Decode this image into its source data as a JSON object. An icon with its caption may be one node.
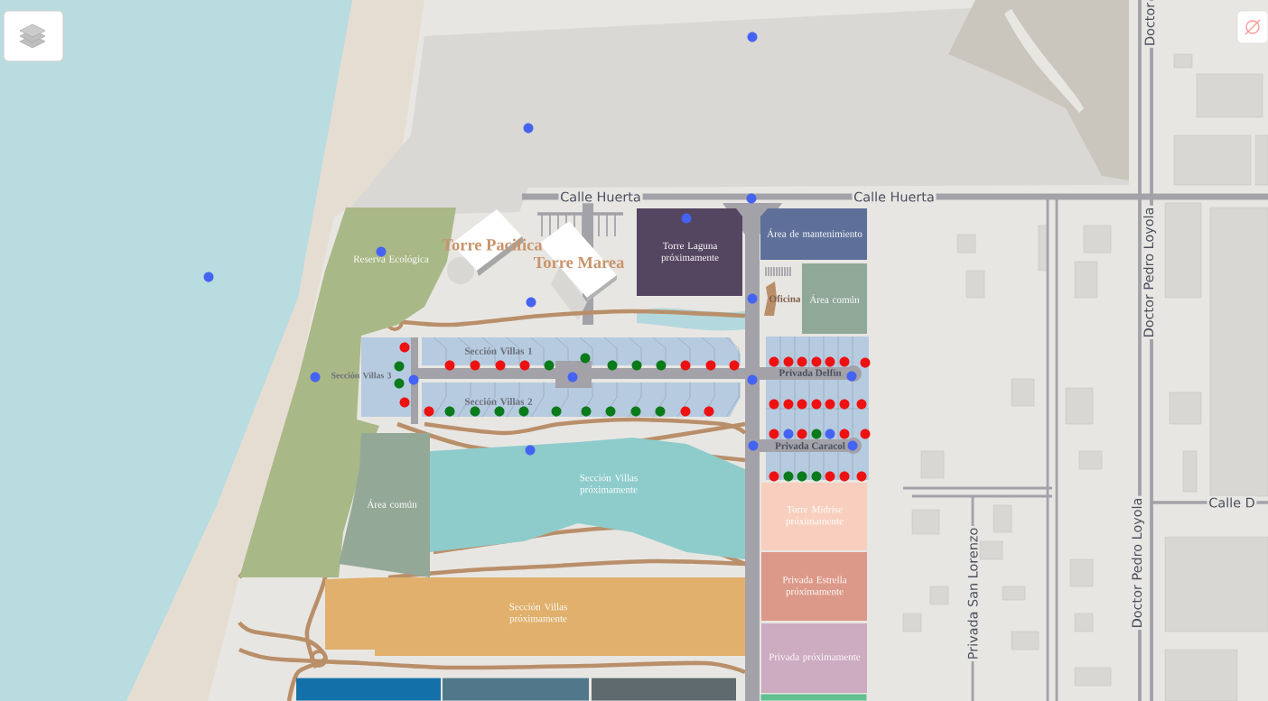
{
  "diagram": {
    "nodes": [
      {
        "text": [
          "Reserva Ecológica"
        ]
      },
      {
        "text": [
          "Torre Laguna próximamente"
        ]
      },
      {
        "text": [
          "Área de mantenimiento"
        ]
      },
      {
        "text": [
          "Oficina"
        ]
      },
      {
        "text": [
          "Área común"
        ]
      },
      {
        "text": [
          "Sección Villas 1"
        ]
      },
      {
        "text": [
          "Sección Villas 2"
        ]
      },
      {
        "text": [
          "Sección Villas 3"
        ]
      },
      {
        "text": [
          "Área común"
        ]
      },
      {
        "text": [
          "Sección Villas próximamente"
        ]
      },
      {
        "text": [
          "Sección Villas próximamente"
        ]
      },
      {
        "text": [
          "Torre Midrise próximamente"
        ]
      },
      {
        "text": [
          "Privada Estrella próximamente"
        ]
      },
      {
        "text": [
          "Privada próximamente"
        ]
      },
      {
        "text": [],
        "shape": "box"
      },
      {
        "text": [],
        "shape": "box"
      },
      {
        "text": [],
        "shape": "box"
      },
      {
        "text": [],
        "shape": "box"
      }
    ],
    "edges": [],
    "labels": [
      "Doctor",
      "Calle Huerta",
      "Calle Huerta",
      "Torre Pacifica",
      "Torre Marea",
      "Doctor Pedro Loyola",
      "Privada Delfín",
      "Privada Caracol",
      "Calle D",
      "Privada San Lorenzo",
      "Doctor Pedro Loyola"
    ]
  }
}
